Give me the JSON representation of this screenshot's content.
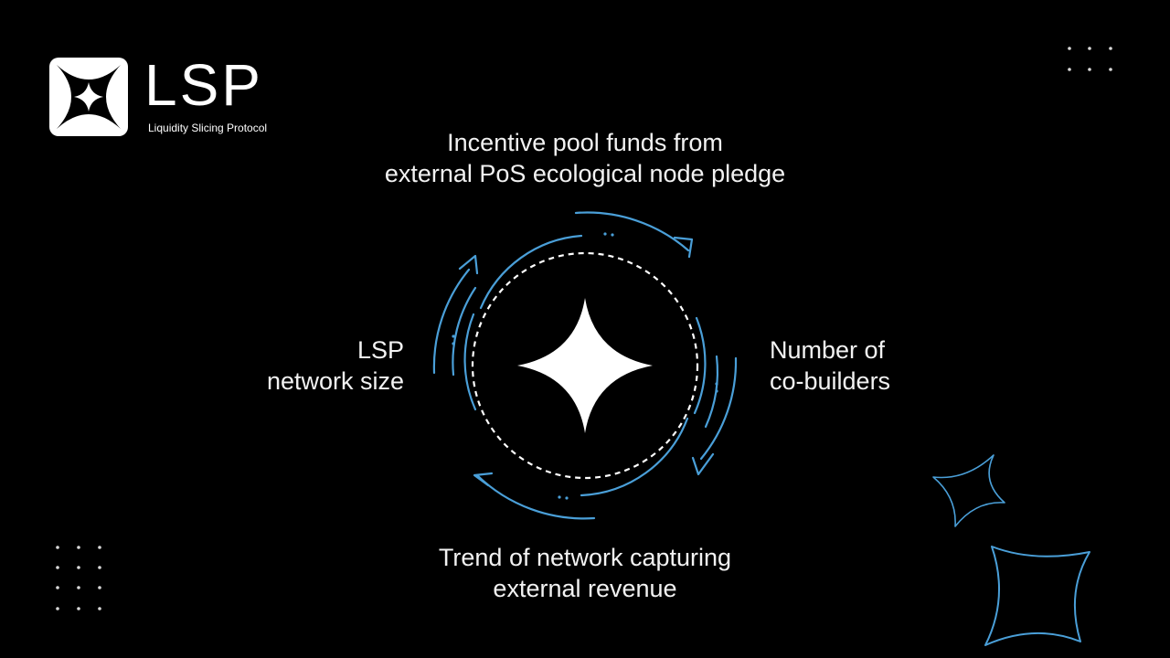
{
  "brand": {
    "name": "LSP",
    "tagline": "Liquidity Slicing Protocol",
    "logo_icon": "four-point-star-icon"
  },
  "diagram": {
    "top_label": [
      "Incentive pool funds from",
      "external PoS ecological node pledge"
    ],
    "left_label": [
      "LSP",
      "network size"
    ],
    "right_label": [
      "Number of",
      "co-builders"
    ],
    "bottom_label": [
      "Trend of network capturing",
      "external revenue"
    ],
    "center_icon": "four-point-star-icon"
  },
  "colors": {
    "background": "#000000",
    "accent_blue": "#4a9fd8",
    "text": "#ffffff"
  }
}
